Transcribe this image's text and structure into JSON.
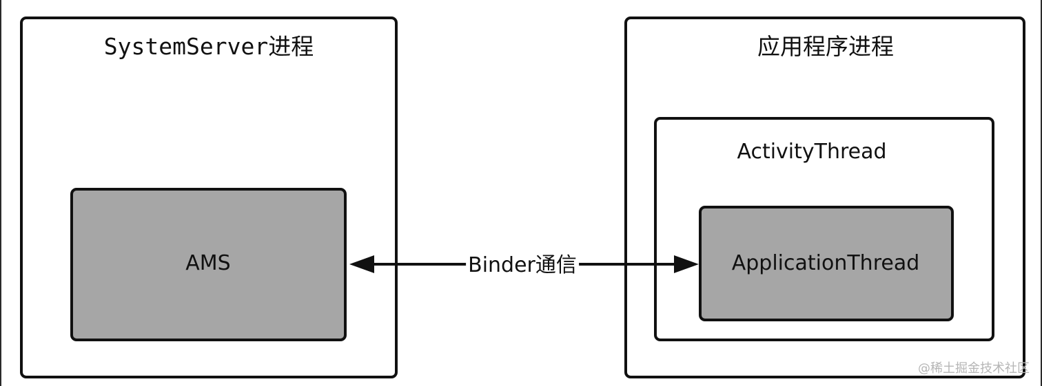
{
  "nodes": {
    "system_server": {
      "title": "SystemServer进程"
    },
    "ams": {
      "label": "AMS"
    },
    "app_process": {
      "title": "应用程序进程"
    },
    "activity_thread": {
      "label": "ActivityThread"
    },
    "application_thread": {
      "label": "ApplicationThread"
    }
  },
  "edges": [
    {
      "from": "ams",
      "to": "application_thread",
      "label": "Binder通信",
      "direction": "bidirectional"
    }
  ],
  "watermark": "@稀土掘金技术社区",
  "colors": {
    "border": "#111111",
    "inner_fill": "#a6a6a6",
    "background": "#ffffff",
    "watermark": "#b5b5b5"
  }
}
